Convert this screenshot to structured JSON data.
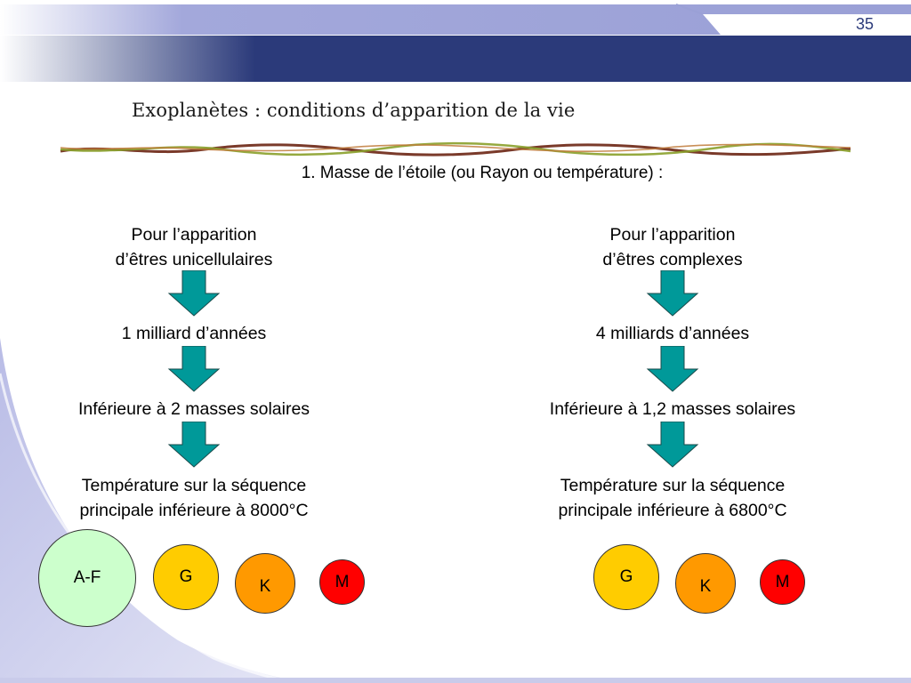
{
  "slide": {
    "page_number": "35",
    "title": "Exoplanètes : conditions d’apparition de la vie",
    "subtitle": "1. Masse de l’étoile (ou Rayon ou température) :"
  },
  "left_column": {
    "heading": [
      "Pour l’apparition",
      "d’êtres unicellulaires"
    ],
    "age": "1 milliard d’années",
    "mass": "Inférieure à 2 masses solaires",
    "temperature": [
      "Température sur la séquence",
      "principale inférieure à 8000°C"
    ],
    "stars": [
      {
        "label": "A-F",
        "color": "#ccffcc"
      },
      {
        "label": "G",
        "color": "#ffcc00"
      },
      {
        "label": "K",
        "color": "#ff9900"
      },
      {
        "label": "M",
        "color": "#ff0000"
      }
    ]
  },
  "right_column": {
    "heading": [
      "Pour l’apparition",
      "d’êtres complexes"
    ],
    "age": "4 milliards d’années",
    "mass": "Inférieure à 1,2 masses solaires",
    "temperature": [
      "Température sur la séquence",
      "principale inférieure à 6800°C"
    ],
    "stars": [
      {
        "label": "G",
        "color": "#ffcc00"
      },
      {
        "label": "K",
        "color": "#ff9900"
      },
      {
        "label": "M",
        "color": "#ff0000"
      }
    ]
  },
  "colors": {
    "arrow_fill": "#009999",
    "header_band": "#2b3a7a",
    "header_light": "#9aa0d6",
    "swoosh": "#c9cbea"
  }
}
